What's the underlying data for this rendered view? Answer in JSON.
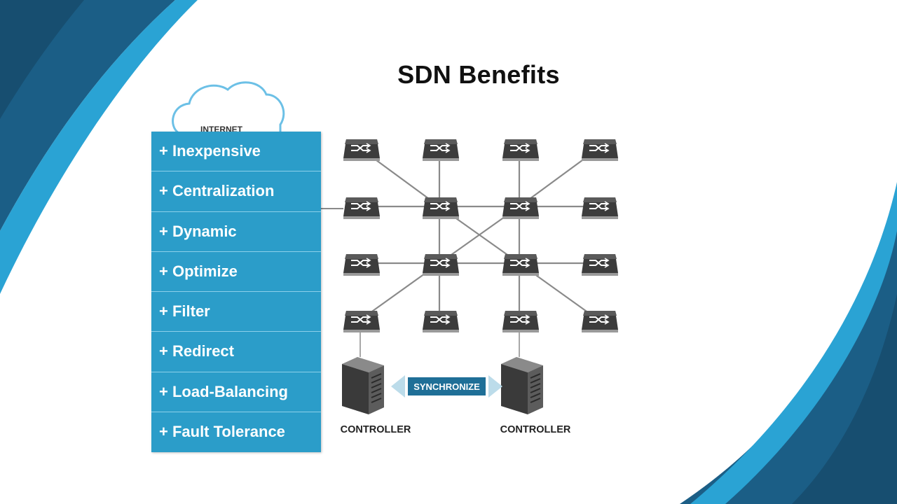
{
  "slide": {
    "title": "SDN Benefits",
    "cloud_label": "INTERNET",
    "benefits": [
      "+ Inexpensive",
      "+ Centralization",
      "+ Dynamic",
      "+ Optimize",
      "+ Filter",
      "+ Redirect",
      "+ Load-Balancing",
      "+ Fault Tolerance"
    ]
  },
  "diagram": {
    "switch_grid": {
      "rows": 4,
      "cols": 4
    },
    "links": [
      [
        [
          0,
          0
        ],
        [
          1,
          1
        ]
      ],
      [
        [
          0,
          1
        ],
        [
          1,
          1
        ]
      ],
      [
        [
          0,
          2
        ],
        [
          1,
          2
        ]
      ],
      [
        [
          0,
          3
        ],
        [
          1,
          2
        ]
      ],
      [
        [
          1,
          0
        ],
        [
          1,
          1
        ]
      ],
      [
        [
          1,
          1
        ],
        [
          1,
          2
        ]
      ],
      [
        [
          1,
          2
        ],
        [
          1,
          3
        ]
      ],
      [
        [
          1,
          1
        ],
        [
          2,
          1
        ]
      ],
      [
        [
          1,
          2
        ],
        [
          2,
          2
        ]
      ],
      [
        [
          1,
          1
        ],
        [
          2,
          2
        ]
      ],
      [
        [
          1,
          2
        ],
        [
          2,
          1
        ]
      ],
      [
        [
          2,
          0
        ],
        [
          2,
          1
        ]
      ],
      [
        [
          2,
          1
        ],
        [
          2,
          2
        ]
      ],
      [
        [
          2,
          2
        ],
        [
          2,
          3
        ]
      ],
      [
        [
          2,
          1
        ],
        [
          3,
          0
        ]
      ],
      [
        [
          2,
          1
        ],
        [
          3,
          1
        ]
      ],
      [
        [
          2,
          2
        ],
        [
          3,
          2
        ]
      ],
      [
        [
          2,
          2
        ],
        [
          3,
          3
        ]
      ]
    ],
    "controllers": [
      {
        "label": "CONTROLLER",
        "attached_to": [
          3,
          0
        ]
      },
      {
        "label": "CONTROLLER",
        "attached_to": [
          3,
          2
        ]
      }
    ],
    "sync_label": "SYNCHRONIZE",
    "colors": {
      "panel": "#2b9dc9",
      "sync_box": "#1f6f97",
      "sync_arrow": "#bcdcea",
      "switch": "#3c3c3c",
      "link": "#8a8a8a",
      "bg_dark": "#1b5e86",
      "bg_light": "#2aa3d4"
    }
  }
}
